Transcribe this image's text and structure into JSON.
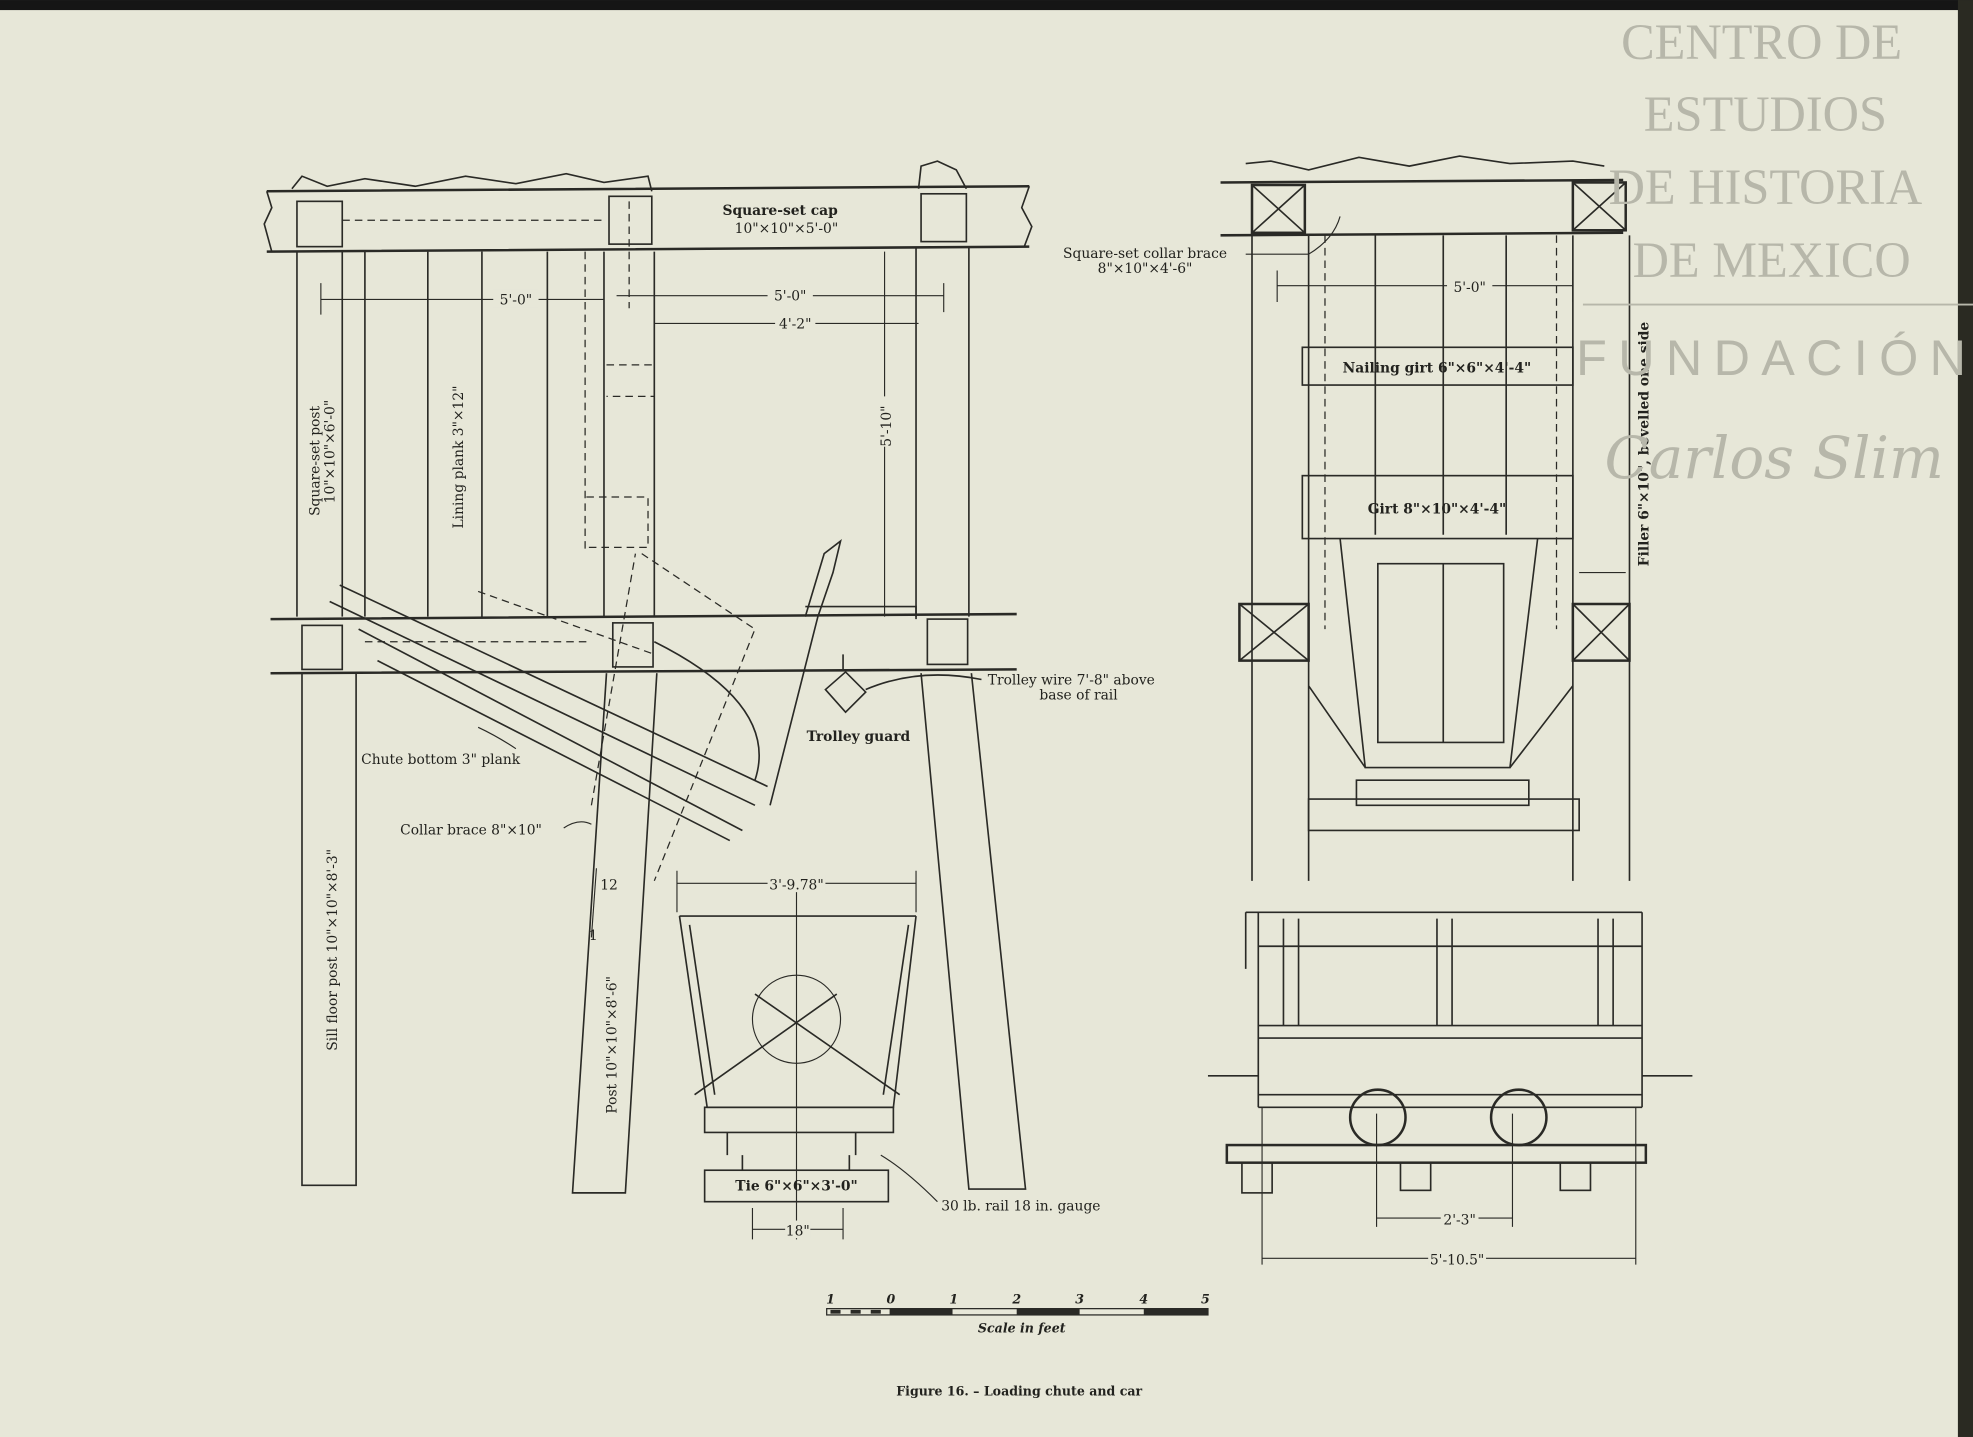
{
  "figure": {
    "caption": "Figure 16. – Loading chute and car",
    "labels": {
      "square_set_cap": "Square-set cap",
      "square_set_cap_dim": "10\"×10\"×5'-0\"",
      "square_set_post": "Square-set post",
      "square_set_post_dim": "10\"×10\"×6'-0\"",
      "lining_plank": "Lining plank 3\"×12\"",
      "sill_floor_post": "Sill floor post 10\"×10\"×8'-3\"",
      "post": "Post 10\"×10\"×8'-6\"",
      "chute_bottom": "Chute bottom 3\" plank",
      "collar_brace": "Collar brace 8\"×10\"",
      "trolley_wire_1": "Trolley wire 7'-8\" above",
      "trolley_wire_2": "base of rail",
      "trolley_guard": "Trolley guard",
      "tie": "Tie 6\"×6\"×3'-0\"",
      "rail": "30 lb. rail 18 in. gauge",
      "collar_brace_sq": "Square-set collar brace",
      "collar_brace_sq_dim": "8\"×10\"×4'-6\"",
      "nailing_girt": "Nailing girt 6\"×6\"×4'-4\"",
      "girt": "Girt 8\"×10\"×4'-4\"",
      "filler": "Filler 6\"×10\", bevelled one side",
      "slope_12": "12",
      "slope_1": "1"
    },
    "dimensions": {
      "left_span": "5'-0\"",
      "right_span": "5'-0\"",
      "inner_span": "4'-2\"",
      "height": "5'-10\"",
      "car_width": "3'-9.78\"",
      "gauge": "18\"",
      "side_span": "5'-0\"",
      "wheelbase": "2'-3\"",
      "car_length": "5'-10.5\""
    },
    "scale": {
      "ticks": [
        "1",
        "0",
        "1",
        "2",
        "3",
        "4",
        "5"
      ],
      "label": "Scale in feet"
    }
  },
  "watermark": {
    "line1": "CENTRO DE",
    "line2": "ESTUDIOS",
    "line3": "DE HISTORIA",
    "line4": "DE MEXICO",
    "line5": "FUNDACIÓN",
    "signature": "Carlos Slim"
  },
  "colors": {
    "paper": "#e7e7d8",
    "ink": "#2a2a26",
    "watermark": "#b7b7aa"
  }
}
